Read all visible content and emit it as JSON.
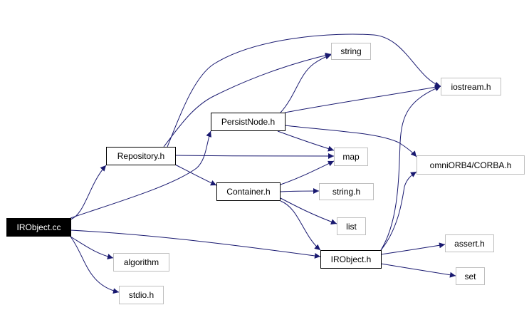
{
  "graph": {
    "edge_color": "#191970",
    "root_fill": "#000000",
    "system_border": "#bfbfbf",
    "nodes": {
      "irobject_cc": "IRObject.cc",
      "repository_h": "Repository.h",
      "persistnode_h": "PersistNode.h",
      "container_h": "Container.h",
      "irobject_h": "IRObject.h",
      "string": "string",
      "iostream_h": "iostream.h",
      "map": "map",
      "omniorb4_corba_h": "omniORB4/CORBA.h",
      "string_h": "string.h",
      "list": "list",
      "assert_h": "assert.h",
      "set": "set",
      "algorithm": "algorithm",
      "stdio_h": "stdio.h"
    },
    "edges": [
      [
        "irobject_cc",
        "repository_h"
      ],
      [
        "irobject_cc",
        "persistnode_h"
      ],
      [
        "irobject_cc",
        "irobject_h"
      ],
      [
        "irobject_cc",
        "algorithm"
      ],
      [
        "irobject_cc",
        "stdio_h"
      ],
      [
        "repository_h",
        "string"
      ],
      [
        "repository_h",
        "iostream_h"
      ],
      [
        "repository_h",
        "map"
      ],
      [
        "repository_h",
        "container_h"
      ],
      [
        "persistnode_h",
        "string"
      ],
      [
        "persistnode_h",
        "iostream_h"
      ],
      [
        "persistnode_h",
        "map"
      ],
      [
        "persistnode_h",
        "omniorb4_corba_h"
      ],
      [
        "container_h",
        "map"
      ],
      [
        "container_h",
        "string_h"
      ],
      [
        "container_h",
        "list"
      ],
      [
        "container_h",
        "irobject_h"
      ],
      [
        "irobject_h",
        "iostream_h"
      ],
      [
        "irobject_h",
        "omniorb4_corba_h"
      ],
      [
        "irobject_h",
        "assert_h"
      ],
      [
        "irobject_h",
        "set"
      ]
    ]
  }
}
